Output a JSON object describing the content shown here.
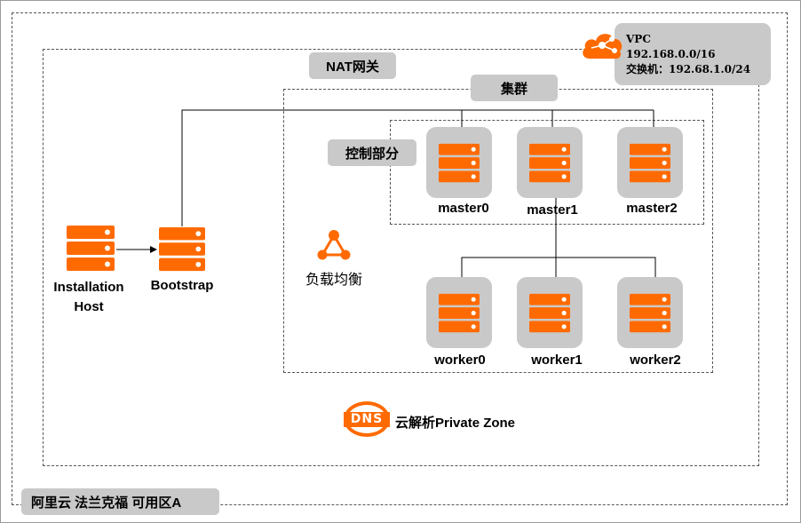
{
  "region": {
    "label": "阿里云 法兰克福 可用区A"
  },
  "nat": {
    "label": "NAT网关"
  },
  "vpc": {
    "line1": "VPC",
    "line2": "192.168.0.0/16",
    "line3": "交换机：192.68.1.0/24",
    "icon": "cloud-network-icon"
  },
  "cluster": {
    "label": "集群"
  },
  "control_plane": {
    "label": "控制部分"
  },
  "masters": [
    {
      "name": "master0"
    },
    {
      "name": "master1"
    },
    {
      "name": "master2"
    }
  ],
  "workers": [
    {
      "name": "worker0"
    },
    {
      "name": "worker1"
    },
    {
      "name": "worker2"
    }
  ],
  "installation_host": {
    "line1": "Installation",
    "line2": "Host"
  },
  "bootstrap": {
    "label": "Bootstrap"
  },
  "load_balancer": {
    "label": "负载均衡",
    "icon": "load-balancer-icon"
  },
  "dns": {
    "label": "云解析Private Zone",
    "logo_text": "DNS",
    "icon": "dns-logo-icon"
  },
  "colors": {
    "accent": "#ff6a00",
    "tile": "#c9c9c9",
    "tag": "#c9c9c9"
  }
}
